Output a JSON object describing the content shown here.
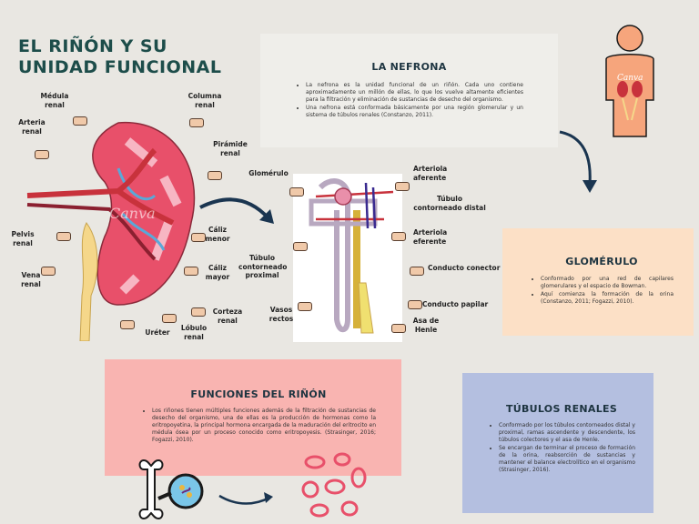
{
  "title": "EL RIÑÓN Y SU UNIDAD FUNCIONAL",
  "kidney_labels": {
    "medula": "Médula renal",
    "columna": "Columna renal",
    "arteria": "Arteria renal",
    "piramide": "Pirámide renal",
    "pelvis": "Pelvis renal",
    "vena": "Vena renal",
    "caliz_menor": "Cáliz menor",
    "caliz_mayor": "Cáliz mayor",
    "corteza": "Corteza renal",
    "lobulo": "Lóbulo renal",
    "ureter": "Uréter"
  },
  "nephron_labels": {
    "glomerulo": "Glomérulo",
    "arteriola_aferente": "Arteriola aferente",
    "tubulo_distal": "Túbulo contorneado distal",
    "arteriola_eferente": "Arteriola eferente",
    "tubulo_proximal": "Túbulo contorneado proximal",
    "conducto_conector": "Conducto conector",
    "vasos_rectos": "Vasos rectos",
    "conducto_papilar": "Conducto papilar",
    "asa_henle": "Asa de Henle"
  },
  "watermark": "Canva",
  "nefrona": {
    "heading": "LA NEFRONA",
    "bullets": [
      "La nefrona es la unidad funcional de un riñón. Cada uno contiene aproximadamente un millón de ellas, lo que los vuelve altamente eficientes para la filtración y eliminación de sustancias de desecho del organismo.",
      "Una nefrona está conformada básicamente por una región glomerular y un sistema de túbulos renales (Constanzo, 2011)."
    ]
  },
  "glomerulo": {
    "heading": "GLOMÉRULO",
    "bullets": [
      "Conformado por una red de capilares glomerulares y el espacio de Bowman.",
      "Aquí comienza la formación de la orina (Constanzo, 2011; Fogazzi, 2010)."
    ]
  },
  "funciones": {
    "heading": "FUNCIONES DEL RIÑÓN",
    "bullets": [
      "Los riñones tienen múltiples funciones además de la filtración de sustancias de desecho del organismo, una de ellas es la producción de hormonas como la eritropoyetina, la principal hormona encargada de la maduración del eritrocito en médula ósea por un proceso conocido como eritropoyesis. (Strasinger, 2016; Fogazzi, 2010)."
    ]
  },
  "tubulos": {
    "heading": "TÚBULOS RENALES",
    "bullets": [
      "Conformado por los túbulos contorneados distal y proximal, ramas ascendente y descendente, los túbulos colectores y el asa de Henle.",
      "Se encargan de terminar el proceso de formación de la orina, reabsorción de sustancias y mantener el balance electrolítico en el organismo (Strasinger, 2016)."
    ]
  },
  "colors": {
    "title": "#1d4d4a",
    "kidney": "#e8506a",
    "artery": "#c8323c",
    "vein": "#5aa8d8",
    "body_icon": "#f6a57c"
  }
}
